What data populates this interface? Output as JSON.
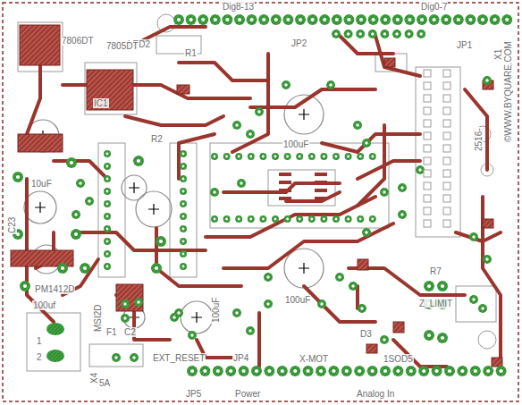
{
  "diagram": {
    "labels": [
      "Dig8-13",
      "Dig0-7",
      "LED2",
      "7806DT",
      "7805DT",
      "R1",
      "JP2",
      "JP1",
      "X1",
      "©WWW.BYQUARE.COM",
      "2516-",
      "100uF",
      "R2",
      "10uF",
      "C23",
      "PM1412D",
      "100uf",
      "MSI2D",
      "F1",
      "C2",
      "X4",
      "5A",
      "1",
      "2",
      "EXT_RESET",
      "JP4",
      "X-MOT",
      "100uF",
      "100uF",
      "JP5",
      "Power",
      "Analog In",
      "R7",
      "Z_LIMIT",
      "D3",
      "1SOD5",
      "IC1"
    ]
  }
}
